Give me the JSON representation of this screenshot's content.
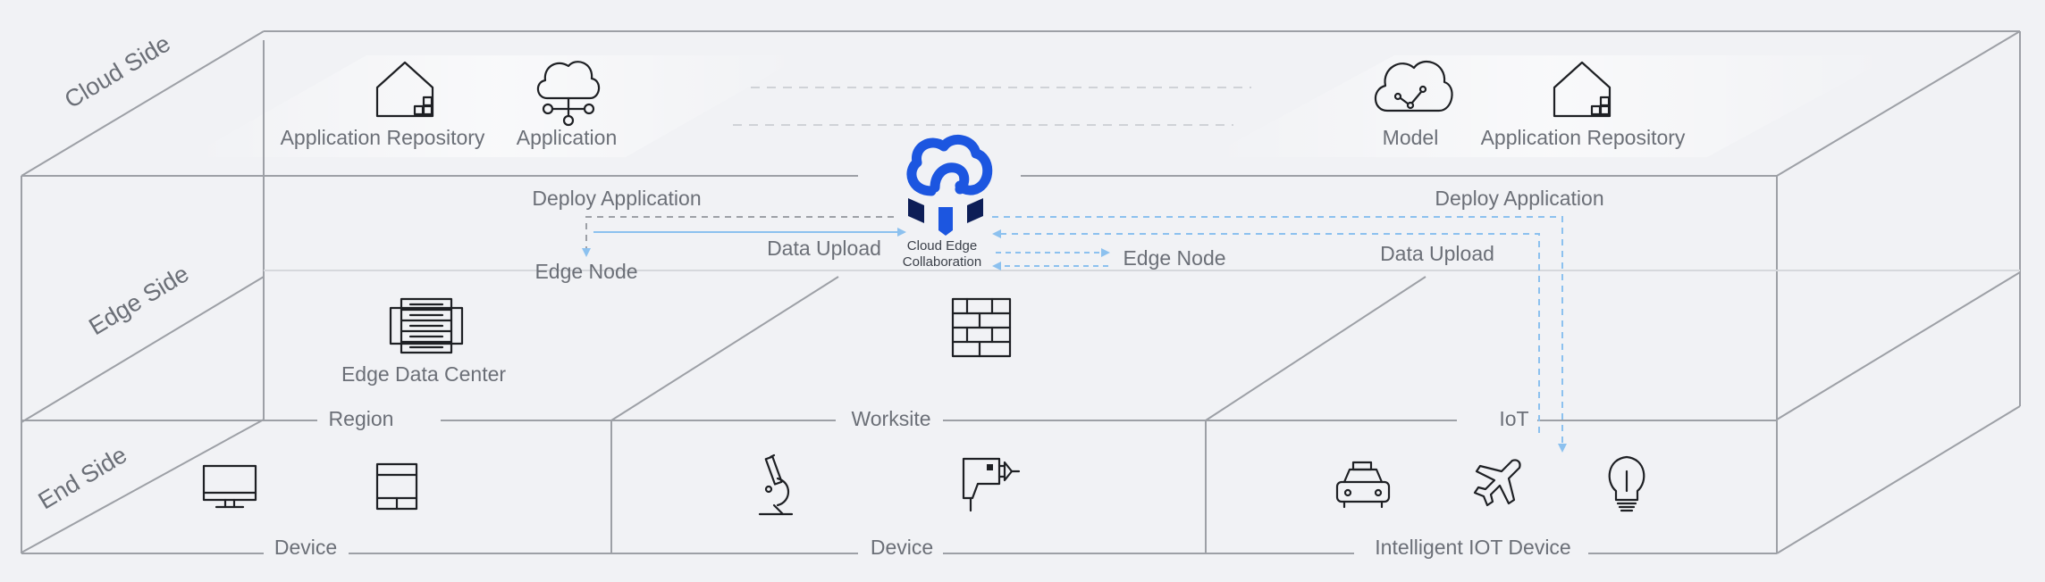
{
  "sides": {
    "cloud": "Cloud Side",
    "edge": "Edge Side",
    "end": "End Side"
  },
  "cloud": {
    "left_items": [
      {
        "icon": "house-icon",
        "label": "Application Repository"
      },
      {
        "icon": "cloud-network-icon",
        "label": "Application"
      }
    ],
    "right_items": [
      {
        "icon": "cloud-model-icon",
        "label": "Model"
      },
      {
        "icon": "house-icon",
        "label": "Application Repository"
      }
    ]
  },
  "center": {
    "logo_icon": "cloud-edge-logo-icon",
    "line1": "Cloud Edge",
    "line2": "Collaboration"
  },
  "edge": {
    "deploy_left": "Deploy Application",
    "deploy_right": "Deploy Application",
    "upload_left": "Data Upload",
    "upload_right": "Data Upload",
    "edge_node_left": "Edge Node",
    "edge_node_right": "Edge Node",
    "data_center": "Edge Data Center"
  },
  "zones": {
    "region": "Region",
    "worksite": "Worksite",
    "iot": "IoT"
  },
  "devices": {
    "left": "Device",
    "middle": "Device",
    "right": "Intelligent IOT Device"
  },
  "colors": {
    "line": "#9da0a6",
    "arrow_blue": "#8cc1ef",
    "arrow_gray": "#9da0a6",
    "logo_blue": "#1c56e0",
    "logo_navy": "#0d1e57"
  }
}
